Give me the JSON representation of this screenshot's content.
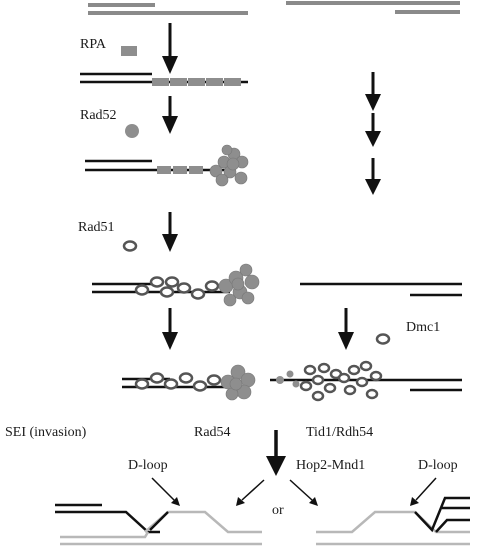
{
  "labels": {
    "rpa": "RPA",
    "rad52": "Rad52",
    "rad51": "Rad51",
    "dmc1": "Dmc1",
    "sei": "SEI (invasion)",
    "rad54": "Rad54",
    "tid1": "Tid1/Rdh54",
    "hop2": "Hop2-Mnd1",
    "dloop_left": "D-loop",
    "dloop_right": "D-loop",
    "or": "or"
  },
  "colors": {
    "dark_strand": "#111111",
    "grey_strand": "#8a8a8a",
    "light_strand": "#b8b8b8",
    "protein_fill": "#8e8e8e",
    "protein_stroke": "#6e6e6e",
    "ring_fill": "#ffffff",
    "ring_stroke": "#555555",
    "arrow": "#111111"
  }
}
